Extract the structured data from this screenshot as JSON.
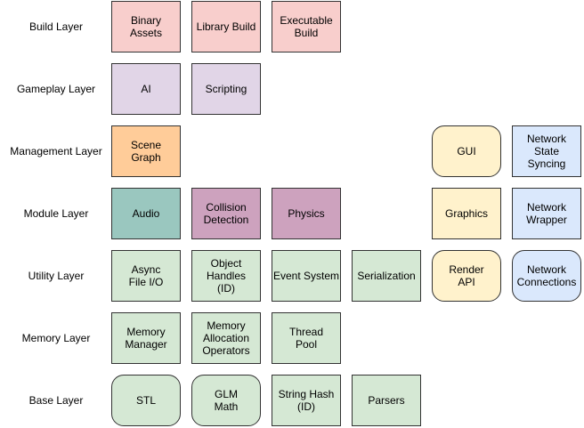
{
  "layers": {
    "build": "Build Layer",
    "gameplay": "Gameplay Layer",
    "management": "Management Layer",
    "module": "Module Layer",
    "utility": "Utility Layer",
    "memory": "Memory Layer",
    "base": "Base Layer"
  },
  "boxes": {
    "binary_assets": "Binary\nAssets",
    "library_build": "Library Build",
    "executable_build": "Executable\nBuild",
    "ai": "AI",
    "scripting": "Scripting",
    "scene_graph": "Scene\nGraph",
    "gui": "GUI",
    "network_state_syncing": "Network\nState\nSyncing",
    "audio": "Audio",
    "collision_detection": "Collision\nDetection",
    "physics": "Physics",
    "graphics": "Graphics",
    "network_wrapper": "Network\nWrapper",
    "async_file_io": "Async\nFile I/O",
    "object_handles": "Object\nHandles\n(ID)",
    "event_system": "Event System",
    "serialization": "Serialization",
    "render_api": "Render\nAPI",
    "network_connections": "Network\nConnections",
    "memory_manager": "Memory\nManager",
    "memory_allocation_operators": "Memory\nAllocation\nOperators",
    "thread_pool": "Thread\nPool",
    "stl": "STL",
    "glm_math": "GLM\nMath",
    "string_hash": "String Hash\n(ID)",
    "parsers": "Parsers"
  },
  "colors": {
    "build": "#f8cecc",
    "gameplay": "#e1d5e7",
    "scene": "#ffcc99",
    "audio": "#9ac7bf",
    "physics_group": "#cda2be",
    "core": "#d5e8d4",
    "render": "#fff2cc",
    "network": "#dae8fc"
  }
}
